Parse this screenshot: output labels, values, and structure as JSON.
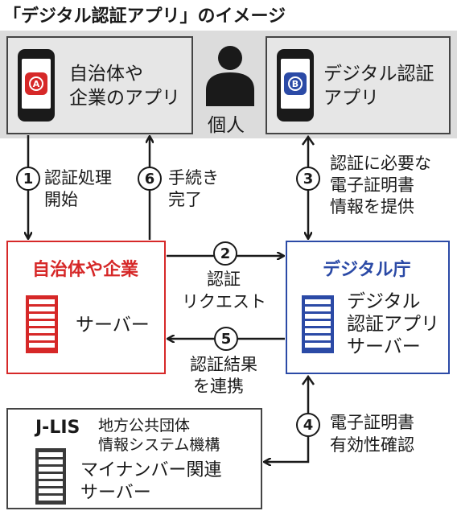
{
  "title": "「デジタル認証アプリ」のイメージ",
  "top_left_box": {
    "app_badge": "A",
    "text_line1": "自治体や",
    "text_line2": "企業のアプリ"
  },
  "person": {
    "label": "個人"
  },
  "top_right_box": {
    "app_badge": "B",
    "text_line1": "デジタル認証",
    "text_line2": "アプリ"
  },
  "steps": [
    {
      "number": "1",
      "line1": "認証処理",
      "line2": "開始"
    },
    {
      "number": "2",
      "line1": "認証",
      "line2": "リクエスト"
    },
    {
      "number": "3",
      "line1": "認証に必要な",
      "line2": "電子証明書",
      "line3": "情報を提供"
    },
    {
      "number": "4",
      "line1": "電子証明書",
      "line2": "有効性確認"
    },
    {
      "number": "5",
      "line1": "認証結果",
      "line2": "を連携"
    },
    {
      "number": "6",
      "line1": "手続き",
      "line2": "完了"
    }
  ],
  "local_gov": {
    "title": "自治体や企業",
    "server_label": "サーバー"
  },
  "digital_agency": {
    "title": "デジタル庁",
    "server_line1": "デジタル",
    "server_line2": "認証アプリ",
    "server_line3": "サーバー"
  },
  "jlis": {
    "name": "J-LIS",
    "desc_line1": "地方公共団体",
    "desc_line2": "情報システム機構",
    "server_line1": "マイナンバー関連",
    "server_line2": "サーバー"
  },
  "colors": {
    "red": "#d62828",
    "blue": "#2b4aa6",
    "gray_band": "#dcdcdc",
    "dark": "#1a1a1a"
  }
}
